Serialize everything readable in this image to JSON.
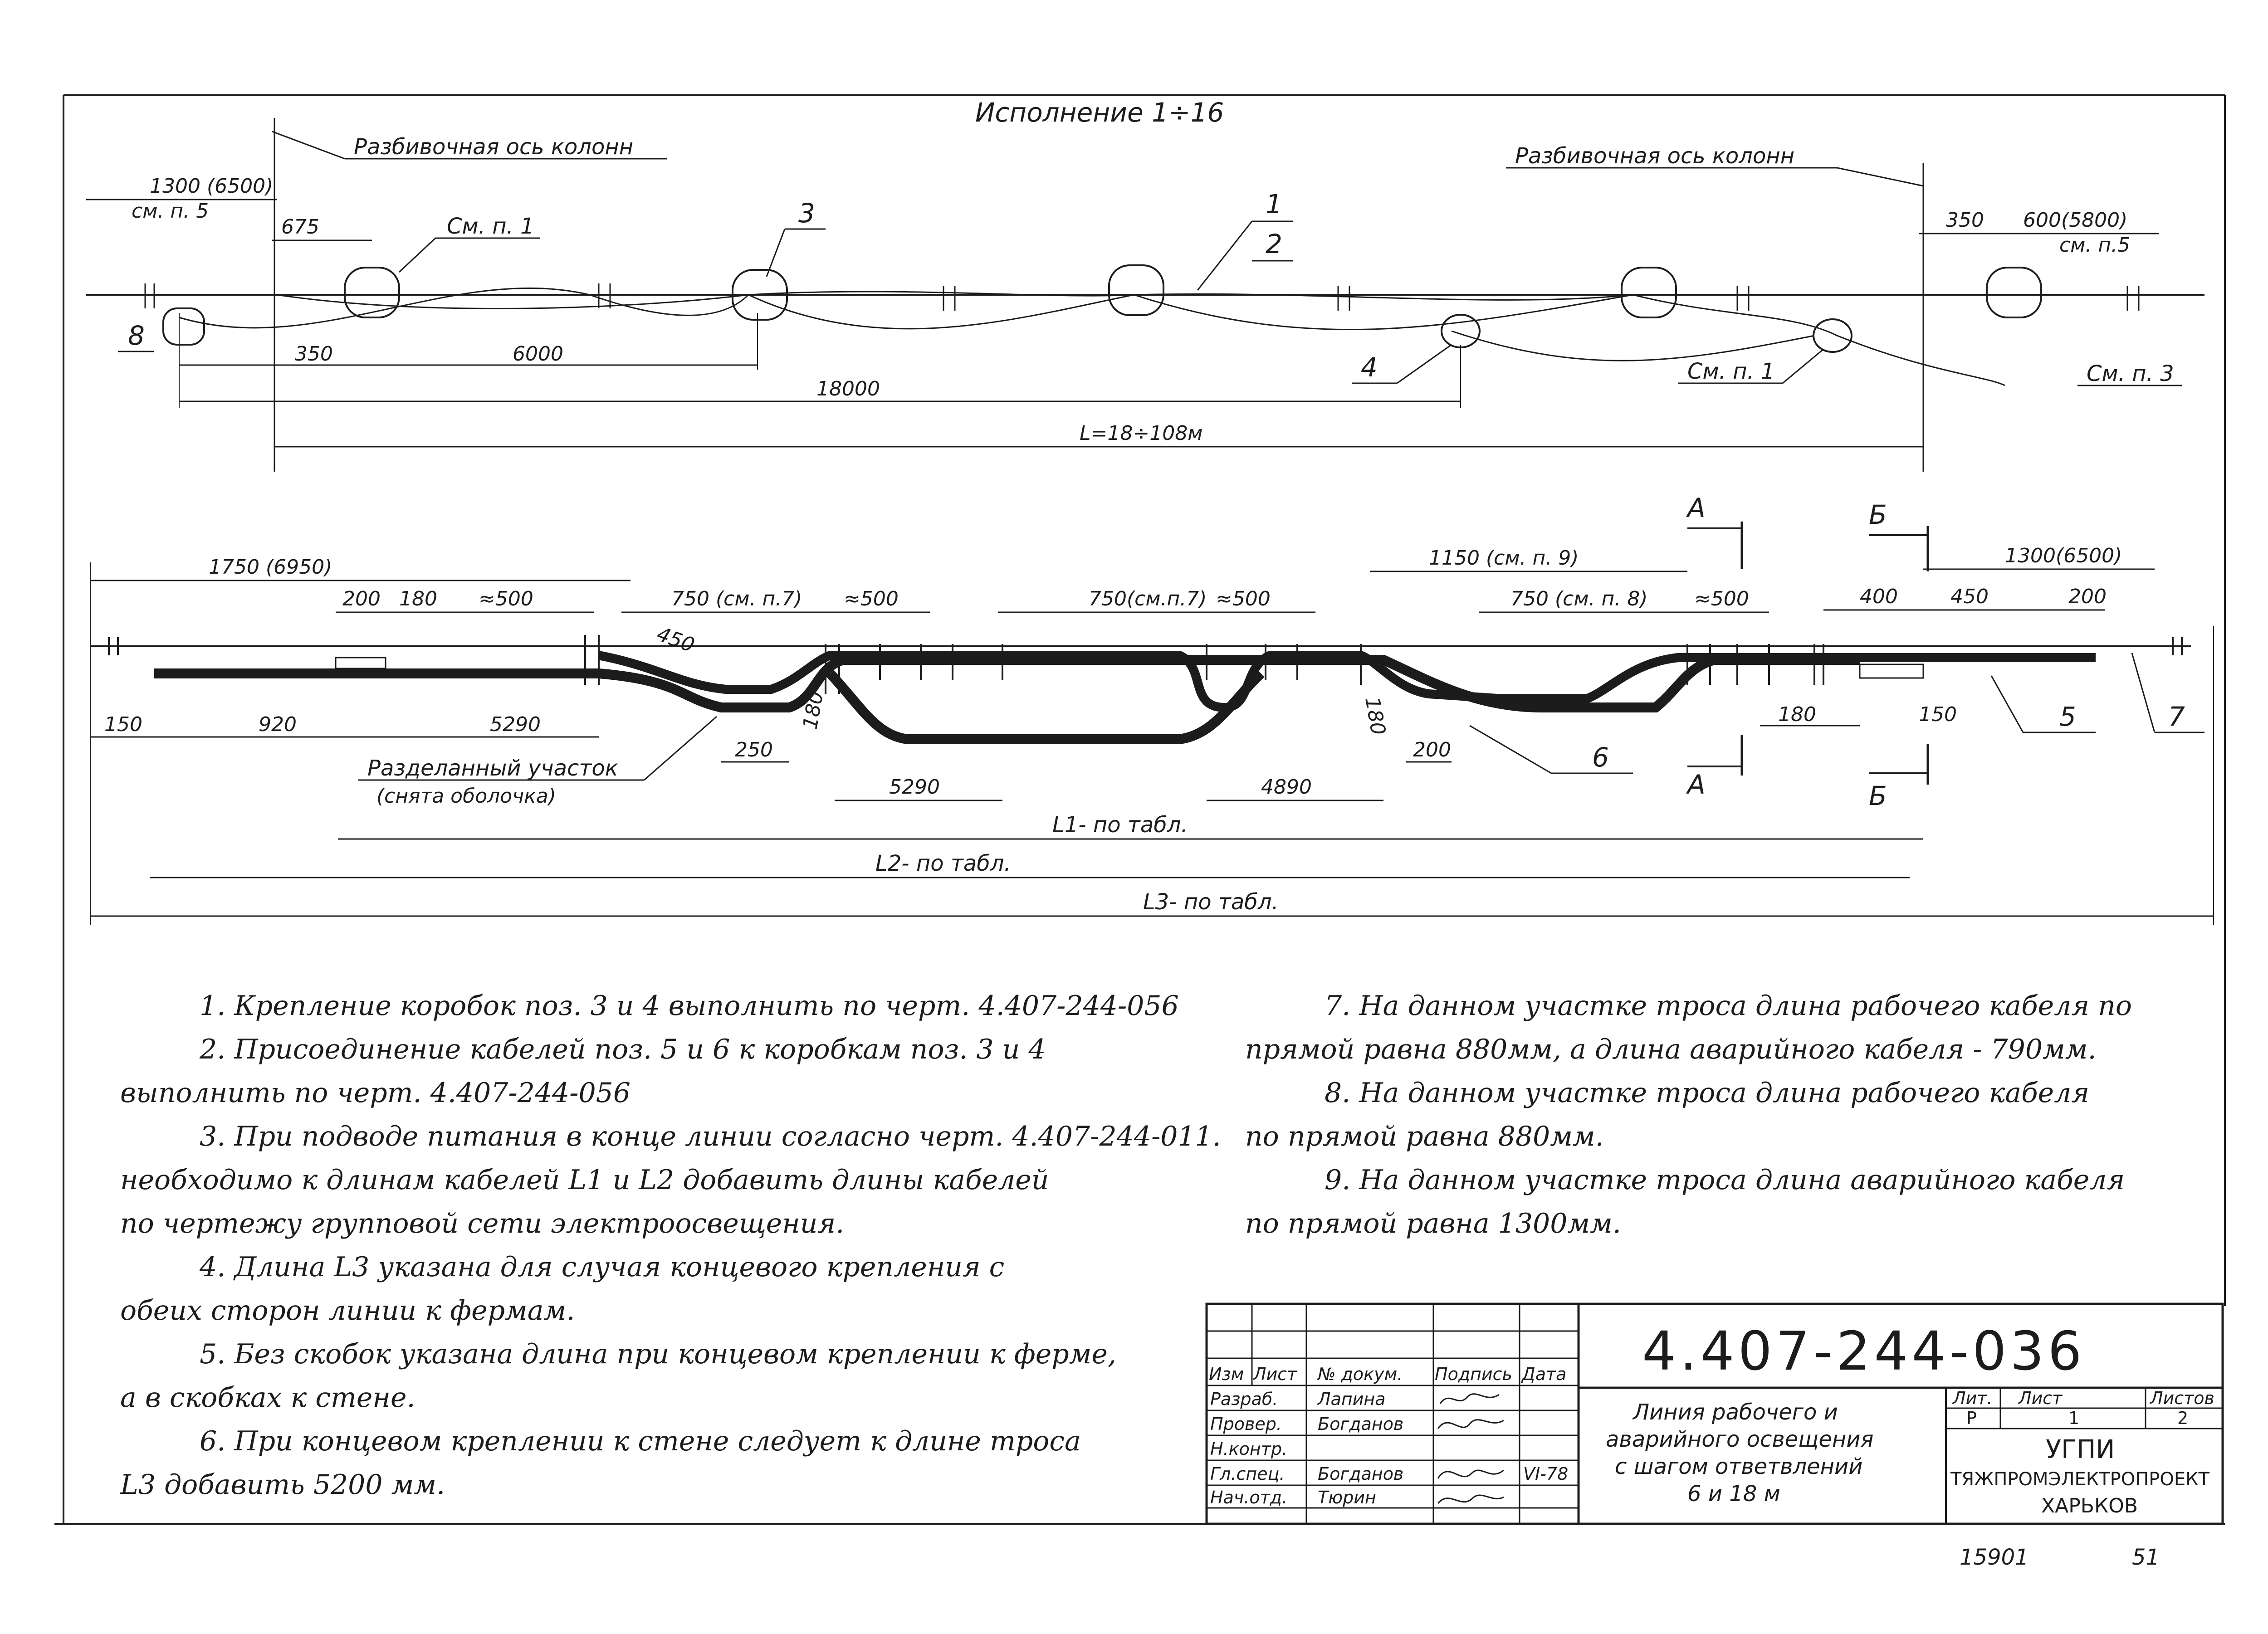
{
  "top_view": {
    "title": "Исполнение 1÷16",
    "axis_left": "Разбивочная ось колонн",
    "axis_right": "Разбивочная ось колонн",
    "dims": {
      "d1300": "1300 (6500)",
      "see5_left": "см. п. 5",
      "d675": "675",
      "see1a": "См. п. 1",
      "d350a": "350",
      "d6000": "6000",
      "d18000": "18000",
      "dL": "L=18÷108м",
      "d350b": "350",
      "d600": "600(5800)",
      "see5_right": "см. п.5",
      "see1b": "См. п. 1",
      "see3": "См. п. 3"
    },
    "pos": {
      "p1": "1",
      "p2": "2",
      "p3": "3",
      "p4": "4",
      "p8": "8"
    }
  },
  "bottom_view": {
    "dims": {
      "d1750": "1750 (6950)",
      "d200a": "200",
      "d180a": "180",
      "d500a": "≈500",
      "d750a": "750 (см. п.7)",
      "d500b": "≈500",
      "d450a": "450",
      "d750b": "750(см.п.7)",
      "d500c": "≈500",
      "d1150": "1150 (см. п. 9)",
      "d750c": "750 (см. п. 8)",
      "d500d": "≈500",
      "d1300b": "1300(6500)",
      "d400": "400",
      "d450b": "450",
      "d200b": "200",
      "d150a": "150",
      "d920": "920",
      "d5290a": "5290",
      "d250": "250",
      "d180b": "180",
      "d5290b": "5290",
      "d4890": "4890",
      "d180c": "180",
      "d200c": "200",
      "d180d": "180",
      "d150b": "150",
      "L1": "L1- по табл.",
      "L2": "L2- по табл.",
      "L3": "L3- по табл."
    },
    "section_a": "А",
    "section_b": "Б",
    "pos5": "5",
    "pos6": "6",
    "pos7": "7",
    "cut_label": "Разделанный участок",
    "cut_sub": "(снята оболочка)"
  },
  "notes_left": [
    "1. Крепление коробок поз. 3 и 4 выполнить по черт. 4.407-244-056",
    "2. Присоединение кабелей поз. 5 и 6 к коробкам поз. 3 и 4",
    "выполнить по черт. 4.407-244-056",
    "3. При подводе питания в конце линии согласно черт. 4.407-244-011.",
    "необходимо к длинам кабелей L1 и L2 добавить длины кабелей",
    "по чертежу групповой сети электроосвещения.",
    "4. Длина L3 указана для случая концевого крепления с",
    "обеих сторон линии к фермам.",
    "5. Без скобок указана длина при концевом креплении к ферме,",
    "а в скобках к стене.",
    "6. При концевом креплении к стене следует к длине троса",
    "L3 добавить 5200 мм."
  ],
  "notes_right": [
    "7. На данном участке троса длина рабочего кабеля по",
    "прямой равна 880мм, а длина аварийного кабеля - 790мм.",
    "8. На данном участке троса длина рабочего кабеля",
    "по прямой равна 880мм.",
    "9. На данном участке троса длина аварийного кабеля",
    "по прямой равна 1300мм."
  ],
  "title_block": {
    "doc_code": "4.407-244-036",
    "headers": [
      "Изм",
      "Лист",
      "№ докум.",
      "Подпись",
      "Дата"
    ],
    "roles": [
      "Разраб.",
      "Провер.",
      "Н.контр.",
      "Гл.спец.",
      "Нач.отд."
    ],
    "names": [
      "Лапина",
      "Богданов",
      "",
      "Богданов",
      "Тюрин"
    ],
    "date": "VI-78",
    "title_lines": [
      "Линия рабочего и",
      "аварийного освещения",
      "с шагом ответвлений",
      "6 и 18 м"
    ],
    "lit_label": "Лит.",
    "list_label": "Лист",
    "listov_label": "Листов",
    "lit_val": "Р",
    "list_val": "1",
    "listov_val": "2",
    "org1": "УГПИ",
    "org2": "ТЯЖПРОМЭЛЕКТРОПРОЕКТ",
    "org3": "ХАРЬКОВ"
  },
  "footer": {
    "num1": "15901",
    "num2": "51"
  }
}
